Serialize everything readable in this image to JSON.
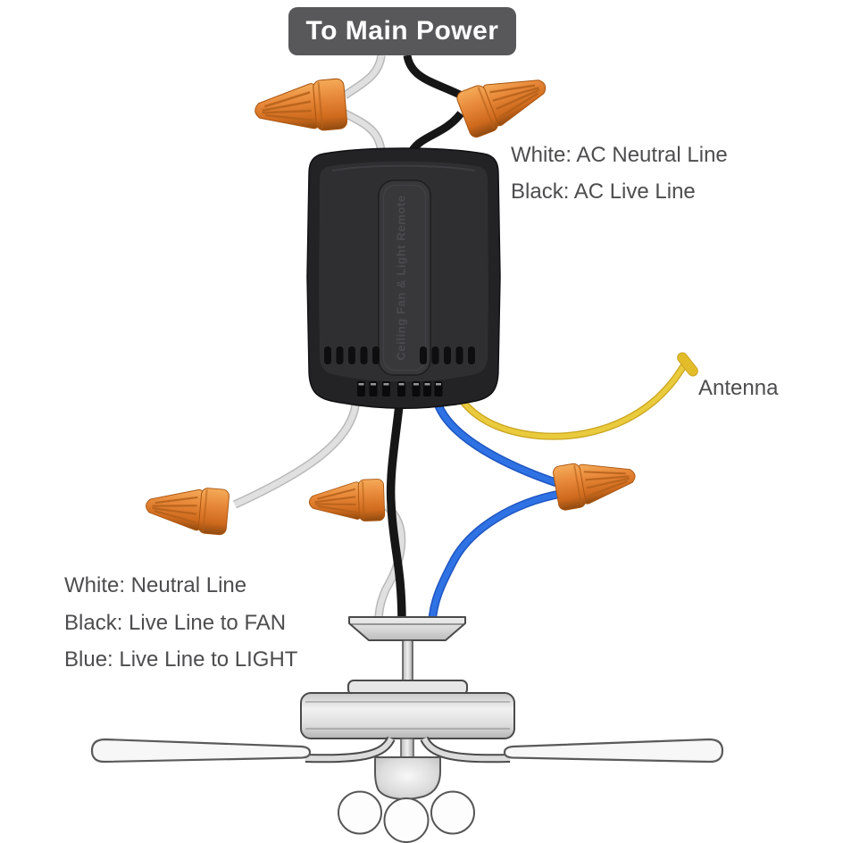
{
  "diagram": {
    "power_label": "To Main Power",
    "receiver_label": "Ceiling Fan & Light Remote",
    "antenna_label": "Antenna",
    "input_legend": [
      "White: AC Neutral Line",
      "Black: AC Live Line"
    ],
    "output_legend": [
      "White: Neutral Line",
      "Black: Live Line to FAN",
      "Blue: Live Line to LIGHT"
    ],
    "colors": {
      "wire_white": "#d6d6d6",
      "wire_black": "#1a1a1a",
      "wire_blue": "#2e6fe8",
      "wire_yellow": "#e8c93a",
      "wire_nut_orange": "#e0812f",
      "receiver_body": "#2b2b2d",
      "power_label_bg": "#58585a",
      "annotation_text": "#4d4d4f",
      "fan_fill": "#ededed"
    }
  }
}
